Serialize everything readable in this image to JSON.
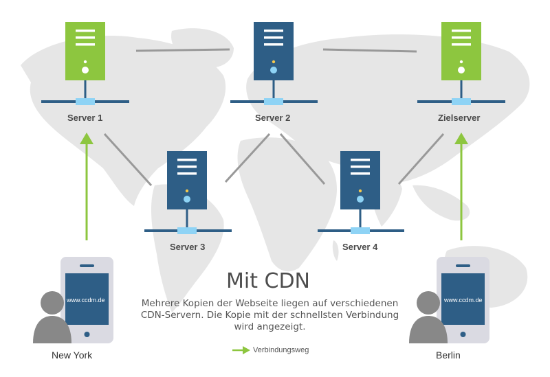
{
  "title": "Mit CDN",
  "description": "Mehrere Kopien der Webseite liegen auf verschiedenen CDN-Servern. Die Kopie mit der schnellsten Verbindung wird angezeigt.",
  "servers": [
    {
      "label": "Server 1",
      "color": "#8dc63f"
    },
    {
      "label": "Server 2",
      "color": "#2e5e86"
    },
    {
      "label": "Zielserver",
      "color": "#8dc63f"
    },
    {
      "label": "Server 3",
      "color": "#2e5e86"
    },
    {
      "label": "Server 4",
      "color": "#2e5e86"
    }
  ],
  "clients": [
    {
      "city": "New York",
      "url": "www.ccdm.de"
    },
    {
      "city": "Berlin",
      "url": "www.ccdm.de"
    }
  ],
  "legend": {
    "label": "Verbindungsweg",
    "color": "#8dc63f"
  },
  "colors": {
    "map": "#e6e6e6",
    "connection_line": "#999999",
    "network_bar": "#2e5e86",
    "connector": "#8ed3f5",
    "phone_body": "#dadae2",
    "phone_screen": "#2e5e86",
    "person": "#888888"
  }
}
